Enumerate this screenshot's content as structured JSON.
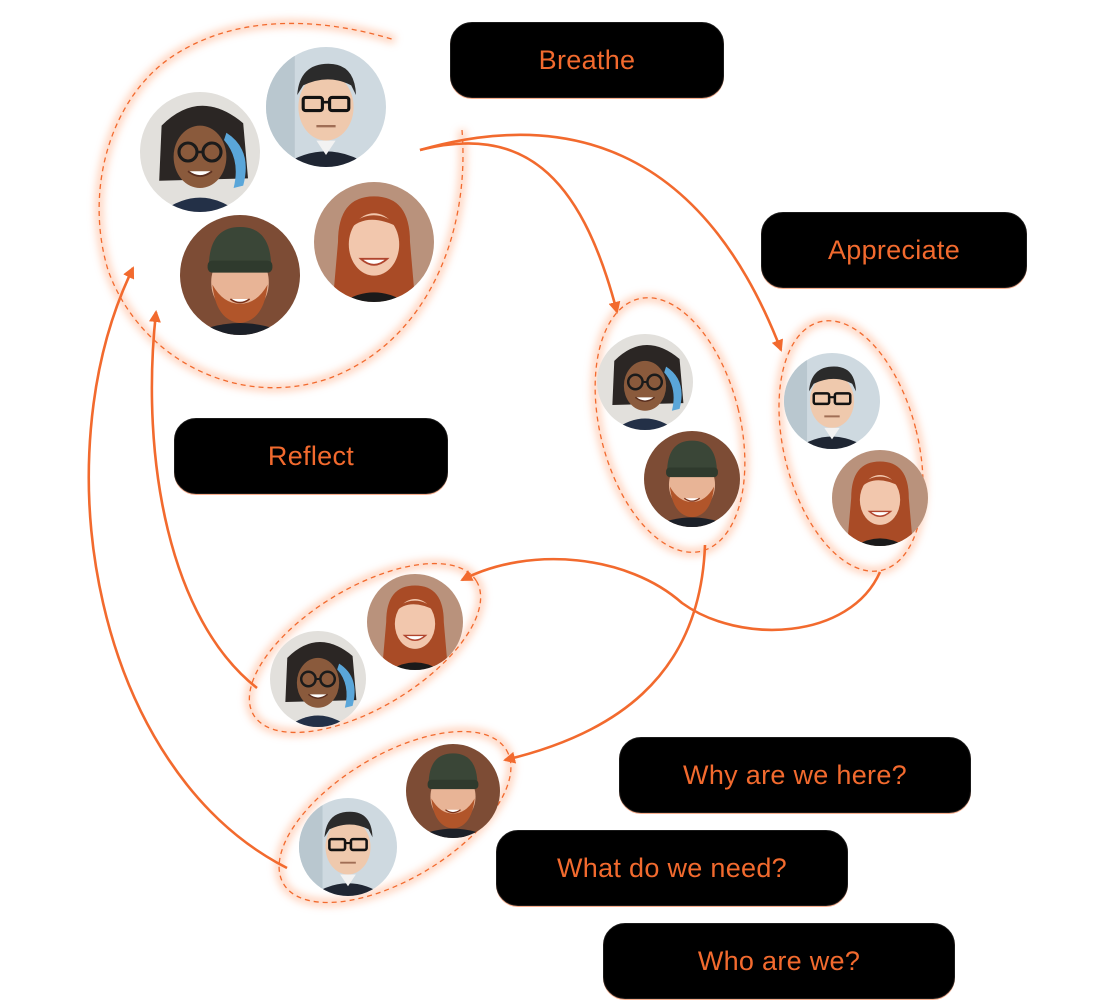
{
  "labels": {
    "breathe": "Breathe",
    "appreciate": "Appreciate",
    "reflect": "Reflect",
    "why": "Why are we here?",
    "what": "What do we need?",
    "who": "Who are we?"
  },
  "people": {
    "woman_glasses": "person-woman-glasses",
    "man_glasses": "person-man-glasses",
    "man_beanie": "person-man-beanie",
    "woman_redhead": "person-woman-redhead"
  },
  "colors": {
    "accent": "#f26a2e",
    "pill_bg": "#000000",
    "glow": "#ffd9c6"
  }
}
